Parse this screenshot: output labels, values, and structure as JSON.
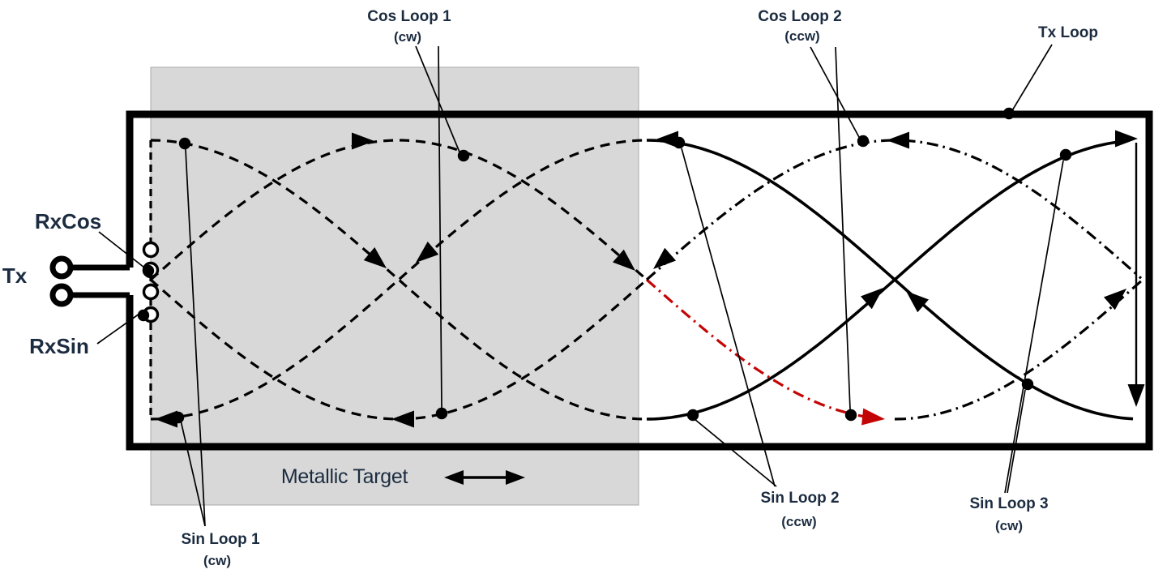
{
  "diagram": {
    "labels": {
      "cos_loop_1": {
        "line1": "Cos Loop 1",
        "line2": "(cw)"
      },
      "cos_loop_2": {
        "line1": "Cos Loop 2",
        "line2": "(ccw)"
      },
      "tx_loop": "Tx Loop",
      "sin_loop_1": {
        "line1": "Sin Loop 1",
        "line2": "(cw)"
      },
      "sin_loop_2": {
        "line1": "Sin Loop 2",
        "line2": "(ccw)"
      },
      "sin_loop_3": {
        "line1": "Sin Loop 3",
        "line2": "(cw)"
      },
      "rx_cos": "RxCos",
      "tx": "Tx",
      "rx_sin": "RxSin",
      "metallic_target": "Metallic Target"
    },
    "colors": {
      "highlight_red": "#c40505",
      "target_gray": "#d8d8d8",
      "target_border": "#a8a8a8",
      "line_black": "#000000",
      "label_ink": "#1c2c40"
    }
  }
}
